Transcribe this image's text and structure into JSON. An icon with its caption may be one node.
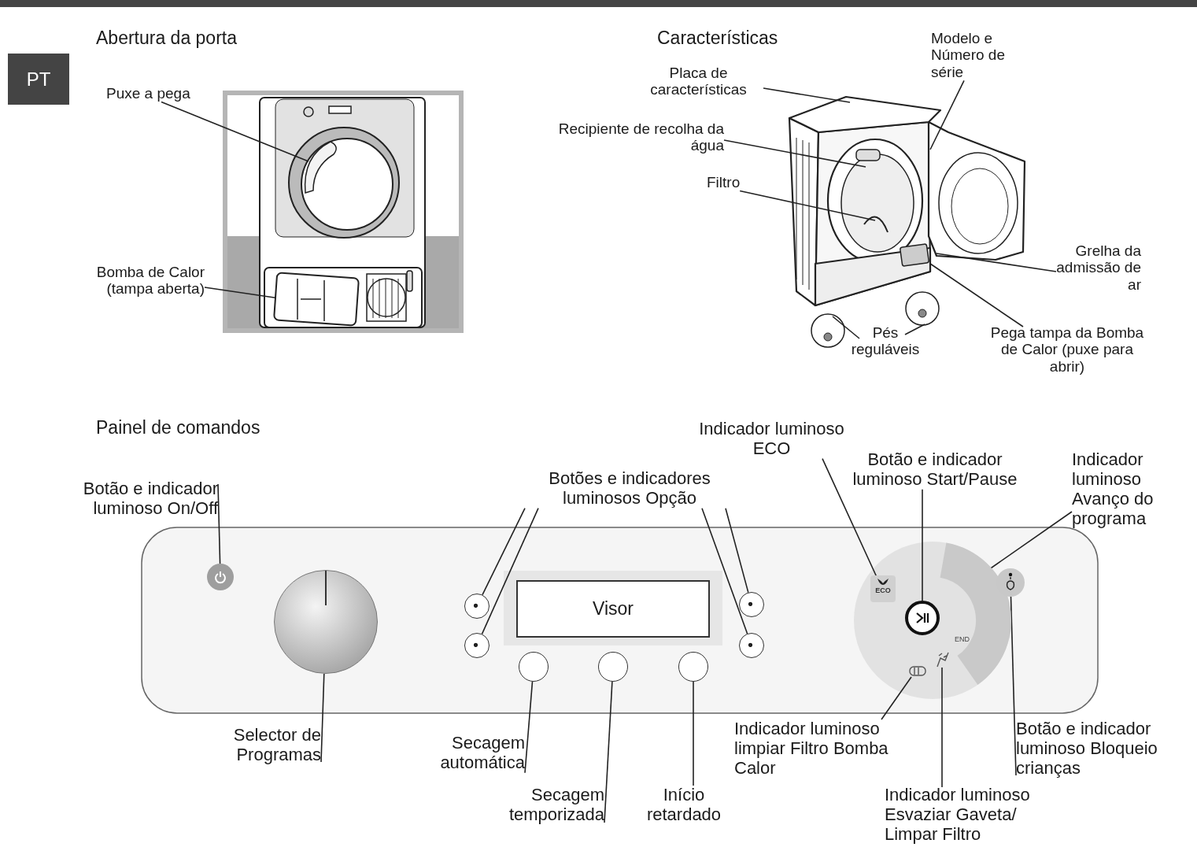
{
  "diagram": {
    "nodes": [
      {
        "text": [
          "Puxe a pega"
        ]
      },
      {
        "text": [
          "Bomba de Calor (tampa aberta)"
        ]
      },
      {
        "text": [
          "Modelo e Número de série"
        ]
      },
      {
        "text": [
          "Placa de características"
        ]
      },
      {
        "text": [
          "Recipiente de recolha da água"
        ]
      },
      {
        "text": [
          "Filtro"
        ]
      },
      {
        "text": [
          "Grelha da admissão de ar"
        ]
      },
      {
        "text": [
          "Pés reguláveis"
        ]
      },
      {
        "text": [
          "Pega tampa da Bomba de Calor (puxe para abrir)"
        ]
      },
      {
        "text": [
          "Indicador luminoso ECO"
        ]
      },
      {
        "text": [
          "Botão e indicador luminoso Start/Pause"
        ]
      },
      {
        "text": [
          "Indicador luminoso Avanço do programa"
        ]
      },
      {
        "text": [
          "Botões e indicadores luminosos Opção"
        ]
      },
      {
        "text": [
          "Botão e indicador luminoso On/Off"
        ]
      },
      {
        "text": [
          "Visor"
        ]
      },
      {
        "text": [
          "Selector de Programas"
        ]
      },
      {
        "text": [
          "Secagem automática"
        ]
      },
      {
        "text": [
          "Secagem temporizada"
        ]
      },
      {
        "text": [
          "Início retardado"
        ]
      },
      {
        "text": [
          "Indicador luminoso limpiar Filtro Bomba Calor"
        ]
      },
      {
        "text": [
          "Indicador luminoso Esvaziar Gaveta/ Limpar Filtro"
        ]
      },
      {
        "text": [
          "Botão e indicador luminoso Bloqueio crianças"
        ]
      },
      {
        "text": [],
        "shape": "circle"
      },
      {
        "text": [],
        "shape": "circle"
      },
      {
        "text": [],
        "shape": "circle"
      },
      {
        "text": [],
        "shape": "circle"
      },
      {
        "text": [],
        "shape": "circle"
      },
      {
        "text": [],
        "shape": "circle"
      },
      {
        "text": [],
        "shape": "circle"
      },
      {
        "text": [],
        "shape": "circle"
      },
      {
        "text": [],
        "shape": "circle"
      },
      {
        "text": [
          "ECO"
        ]
      },
      {
        "text": [],
        "shape": "circle"
      },
      {
        "text": [
          "END"
        ]
      },
      {
        "text": [],
        "shape": "icon"
      },
      {
        "text": [],
        "shape": "icon"
      },
      {
        "text": [],
        "shape": "circle"
      },
      {
        "text": [],
        "shape": "handle"
      },
      {
        "text": [],
        "shape": "cover"
      }
    ],
    "edges": [
      {
        "from": 0,
        "to": 37,
        "arrow": "none"
      },
      {
        "from": 1,
        "to": 38,
        "arrow": "none"
      },
      {
        "from": 2,
        "to": null,
        "arrow": "none"
      },
      {
        "from": 3,
        "to": null,
        "arrow": "none"
      },
      {
        "from": 4,
        "to": null,
        "arrow": "none"
      },
      {
        "from": 5,
        "to": null,
        "arrow": "none"
      },
      {
        "from": 6,
        "to": null,
        "arrow": "none"
      },
      {
        "from": 7,
        "to": null,
        "arrow": "none"
      },
      {
        "from": 7,
        "to": null,
        "arrow": "none"
      },
      {
        "from": 8,
        "to": null,
        "arrow": "none"
      },
      {
        "from": 13,
        "to": 22,
        "arrow": "none"
      },
      {
        "from": 15,
        "to": 23,
        "arrow": "none"
      },
      {
        "from": 12,
        "to": 24,
        "arrow": "none"
      },
      {
        "from": 12,
        "to": 25,
        "arrow": "none"
      },
      {
        "from": 12,
        "to": 29,
        "arrow": "none"
      },
      {
        "from": 12,
        "to": 30,
        "arrow": "none"
      },
      {
        "from": 16,
        "to": 26,
        "arrow": "none"
      },
      {
        "from": 17,
        "to": 27,
        "arrow": "none"
      },
      {
        "from": 18,
        "to": 28,
        "arrow": "none"
      },
      {
        "from": 9,
        "to": 31,
        "arrow": "none"
      },
      {
        "from": 10,
        "to": 32,
        "arrow": "none"
      },
      {
        "from": 11,
        "to": 33,
        "arrow": "none"
      },
      {
        "from": 19,
        "to": 34,
        "arrow": "none"
      },
      {
        "from": 20,
        "to": 35,
        "arrow": "none"
      },
      {
        "from": 21,
        "to": 36,
        "arrow": "none"
      }
    ],
    "labels": [
      "PT",
      "Abertura da porta",
      "Características",
      "Painel de comandos"
    ]
  }
}
